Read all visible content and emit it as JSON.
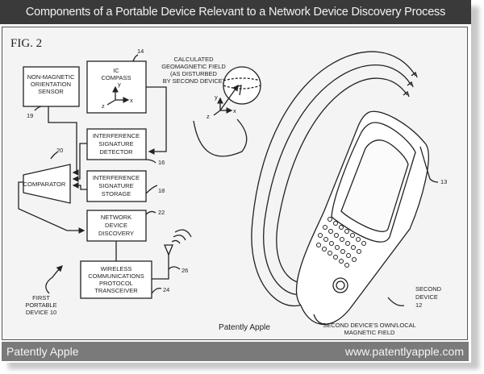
{
  "header": {
    "title": "Components of a Portable Device Relevant to a Network Device Discovery Process"
  },
  "figure": {
    "label": "FIG. 2",
    "watermark": "Patently Apple",
    "blocks": {
      "ic_compass": {
        "lines": [
          "IC",
          "COMPASS"
        ],
        "ref": "14"
      },
      "orientation_sensor": {
        "lines": [
          "NON-MAGNETIC",
          "ORIENTATION",
          "SENSOR"
        ],
        "ref": "19"
      },
      "comparator": {
        "lines": [
          "COMPARATOR"
        ],
        "ref": "20"
      },
      "sig_detector": {
        "lines": [
          "INTERFERENCE",
          "SIGNATURE",
          "DETECTOR"
        ],
        "ref": "16"
      },
      "sig_storage": {
        "lines": [
          "INTERFERENCE",
          "SIGNATURE",
          "STORAGE"
        ],
        "ref": "18"
      },
      "net_discovery": {
        "lines": [
          "NETWORK",
          "DEVICE",
          "DISCOVERY"
        ],
        "ref": "22"
      },
      "transceiver": {
        "lines": [
          "WIRELESS",
          "COMMUNICATIONS",
          "PROTOCOL",
          "TRANSCEIVER"
        ],
        "ref": "24"
      }
    },
    "antenna_ref": "26",
    "axes": {
      "x": "x",
      "y": "y",
      "z": "z"
    },
    "geomagnetic_label": [
      "CALCULATED",
      "GEOMAGNETIC FIELD",
      "(AS DISTURBED",
      "BY SECOND DEVICE)"
    ],
    "first_device_label": [
      "FIRST",
      "PORTABLE",
      "DEVICE 10"
    ],
    "second_device_label": [
      "SECOND",
      "DEVICE",
      "12"
    ],
    "second_device_ref": "13",
    "local_field_label": [
      "SECOND DEVICE'S OWN/LOCAL",
      "MAGNETIC FIELD"
    ]
  },
  "footer": {
    "brand": "Patently Apple",
    "url": "www.patentlyapple.com"
  }
}
